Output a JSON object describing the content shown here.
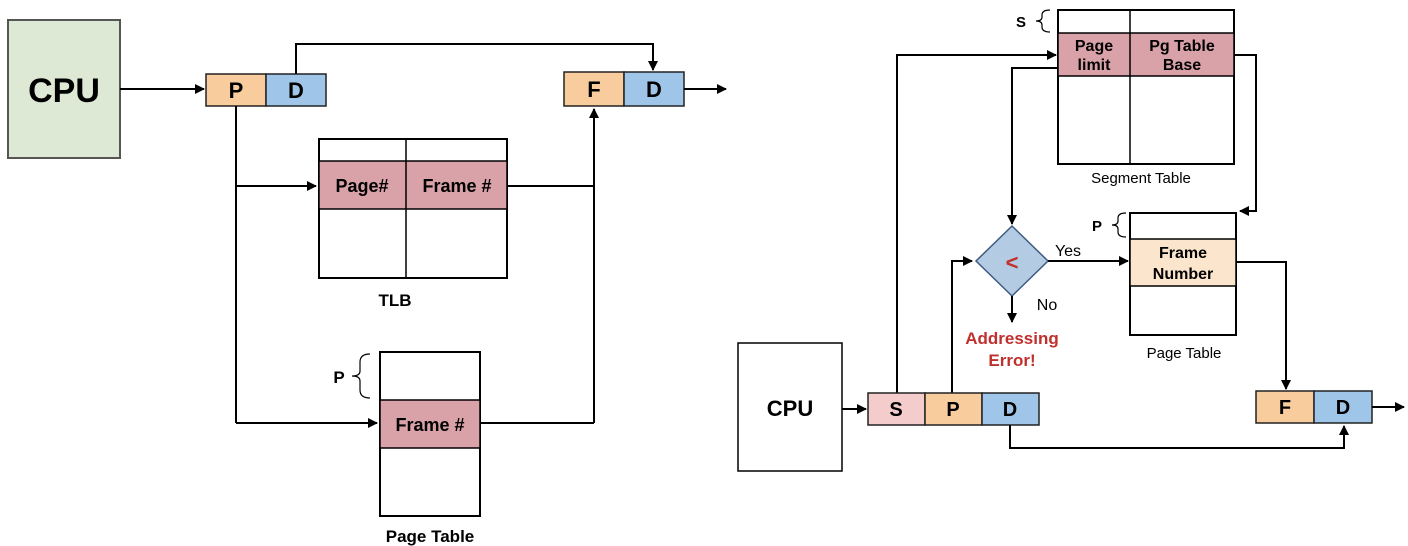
{
  "left": {
    "cpu": "CPU",
    "addr_p": "P",
    "addr_d": "D",
    "out_f": "F",
    "out_d": "D",
    "tlb_col1": "Page#",
    "tlb_col2": "Frame #",
    "tlb_title": "TLB",
    "pt_brace": "P",
    "pt_entry": "Frame #",
    "pt_title": "Page Table"
  },
  "right": {
    "s_brace": "S",
    "seg_col1_l1": "Page",
    "seg_col1_l2": "limit",
    "seg_col2_l1": "Pg Table",
    "seg_col2_l2": "Base",
    "seg_title": "Segment Table",
    "compare": "<",
    "yes": "Yes",
    "no": "No",
    "error_l1": "Addressing",
    "error_l2": "Error!",
    "pt_brace": "P",
    "pt_entry_l1": "Frame",
    "pt_entry_l2": "Number",
    "pt_title": "Page Table",
    "cpu": "CPU",
    "addr_s": "S",
    "addr_p": "P",
    "addr_d": "D",
    "out_f": "F",
    "out_d": "D"
  },
  "colors": {
    "cpu_green": "#dde9d5",
    "orange": "#f8cc9c",
    "blue": "#9fc5e8",
    "red_cell": "#d9a2a8",
    "light_orange": "#fce5cd",
    "pink": "#f4cccc",
    "diamond": "#b4cbe4",
    "error_red": "#c0302d"
  }
}
